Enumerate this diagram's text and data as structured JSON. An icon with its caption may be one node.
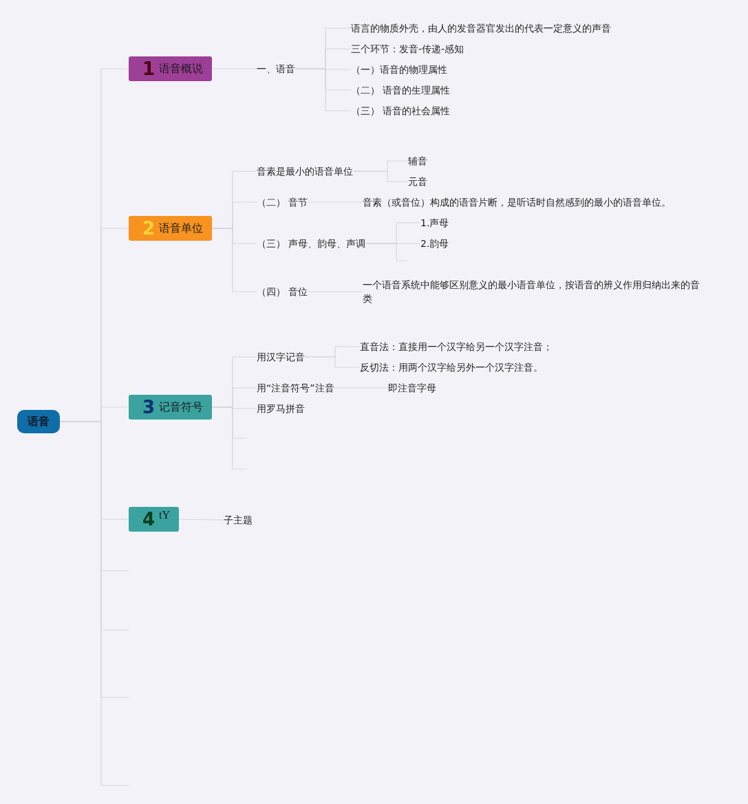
{
  "diagram": {
    "nodes": [
      {
        "text": [
          "语音"
        ]
      },
      {
        "text": [
          "1",
          "语音概说"
        ]
      },
      {
        "text": [
          "一、语音"
        ]
      },
      {
        "text": [
          "语言的物质外壳，由人的发音器官发出的代表一定意义的声音"
        ]
      },
      {
        "text": [
          "三个环节：发音-传递-感知"
        ]
      },
      {
        "text": [
          "（一）语音的物理属性"
        ]
      },
      {
        "text": [
          "（二） 语音的生理属性"
        ]
      },
      {
        "text": [
          "（三） 语音的社会属性"
        ]
      },
      {
        "text": [
          "2",
          "语音单位"
        ]
      },
      {
        "text": [
          "音素是最小的语音单位"
        ]
      },
      {
        "text": [
          "辅音"
        ]
      },
      {
        "text": [
          "元音"
        ]
      },
      {
        "text": [
          "（二） 音节"
        ]
      },
      {
        "text": [
          "音素（或音位）构成的语音片断，是听话时自然感到的最小的语音单位。"
        ]
      },
      {
        "text": [
          "（三） 声母、韵母、声调"
        ]
      },
      {
        "text": [
          "1.声母"
        ]
      },
      {
        "text": [
          "2.韵母"
        ]
      },
      {
        "text": [
          "（四） 音位"
        ]
      },
      {
        "text": [
          "一个语音系统中能够区别意义的最小语音单位，按语音的辨义作用归纳出来的音类"
        ]
      },
      {
        "text": [
          "3",
          "记音符号"
        ]
      },
      {
        "text": [
          "用汉字记音"
        ]
      },
      {
        "text": [
          "直音法：直接用一个汉字给另一个汉字注音；"
        ]
      },
      {
        "text": [
          "反切法：用两个汉字给另外一个汉字注音。"
        ]
      },
      {
        "text": [
          "用“注音符号”注音"
        ]
      },
      {
        "text": [
          "即注音字母"
        ]
      },
      {
        "text": [
          "用罗马拼音"
        ]
      },
      {
        "text": [
          "4",
          "tY"
        ]
      },
      {
        "text": [
          "子主题"
        ]
      }
    ],
    "edges": [
      {
        "from": 0,
        "to": 1,
        "arrow": "none"
      },
      {
        "from": 0,
        "to": 8,
        "arrow": "none"
      },
      {
        "from": 0,
        "to": 19,
        "arrow": "none"
      },
      {
        "from": 0,
        "to": 26,
        "arrow": "none"
      },
      {
        "from": 0,
        "to": null,
        "arrow": "none"
      },
      {
        "from": 0,
        "to": null,
        "arrow": "none"
      },
      {
        "from": 0,
        "to": null,
        "arrow": "none"
      },
      {
        "from": 0,
        "to": null,
        "arrow": "none"
      },
      {
        "from": 1,
        "to": 2,
        "arrow": "none"
      },
      {
        "from": 2,
        "to": 3,
        "arrow": "none"
      },
      {
        "from": 2,
        "to": 4,
        "arrow": "none"
      },
      {
        "from": 2,
        "to": 5,
        "arrow": "none"
      },
      {
        "from": 2,
        "to": 6,
        "arrow": "none"
      },
      {
        "from": 2,
        "to": 7,
        "arrow": "none"
      },
      {
        "from": 8,
        "to": 9,
        "arrow": "none"
      },
      {
        "from": 8,
        "to": 12,
        "arrow": "none"
      },
      {
        "from": 8,
        "to": 14,
        "arrow": "none"
      },
      {
        "from": 8,
        "to": 17,
        "arrow": "none"
      },
      {
        "from": 9,
        "to": 10,
        "arrow": "none"
      },
      {
        "from": 9,
        "to": 11,
        "arrow": "none"
      },
      {
        "from": 12,
        "to": 13,
        "arrow": "none"
      },
      {
        "from": 14,
        "to": 15,
        "arrow": "none"
      },
      {
        "from": 14,
        "to": 16,
        "arrow": "none"
      },
      {
        "from": 14,
        "to": null,
        "arrow": "none"
      },
      {
        "from": 17,
        "to": 18,
        "arrow": "none"
      },
      {
        "from": 19,
        "to": 20,
        "arrow": "none"
      },
      {
        "from": 19,
        "to": 23,
        "arrow": "none"
      },
      {
        "from": 19,
        "to": 25,
        "arrow": "none"
      },
      {
        "from": 19,
        "to": null,
        "arrow": "none"
      },
      {
        "from": 19,
        "to": null,
        "arrow": "none"
      },
      {
        "from": 20,
        "to": 21,
        "arrow": "none"
      },
      {
        "from": 20,
        "to": 22,
        "arrow": "none"
      },
      {
        "from": 23,
        "to": 24,
        "arrow": "none"
      },
      {
        "from": 26,
        "to": 27,
        "arrow": "none"
      }
    ]
  }
}
